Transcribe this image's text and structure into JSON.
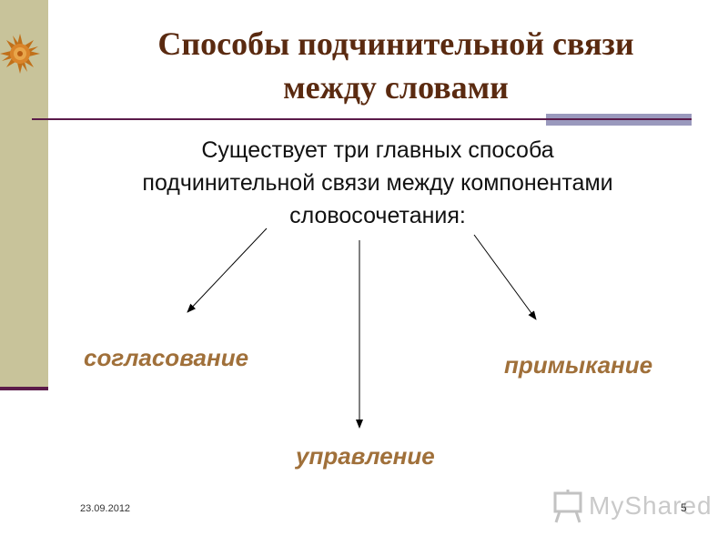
{
  "slide": {
    "title_line1": "Способы подчинительной связи",
    "title_line2": "между словами",
    "intro_line1": "Существует три главных способа",
    "intro_line2": "подчинительной связи между компонентами",
    "intro_line3": "словосочетания:",
    "terms": {
      "agreement": "согласование",
      "adjoining": "примыкание",
      "government": "управление"
    },
    "date": "23.09.2012",
    "slide_number": "5",
    "watermark_text": "MyShared",
    "logo": "sun-logo",
    "colors": {
      "sidebar": "#c8c39a",
      "title": "#5a2a10",
      "term": "#a0703a",
      "rule": "#5b1b4a",
      "accent_bar": "#9a99bd"
    }
  }
}
